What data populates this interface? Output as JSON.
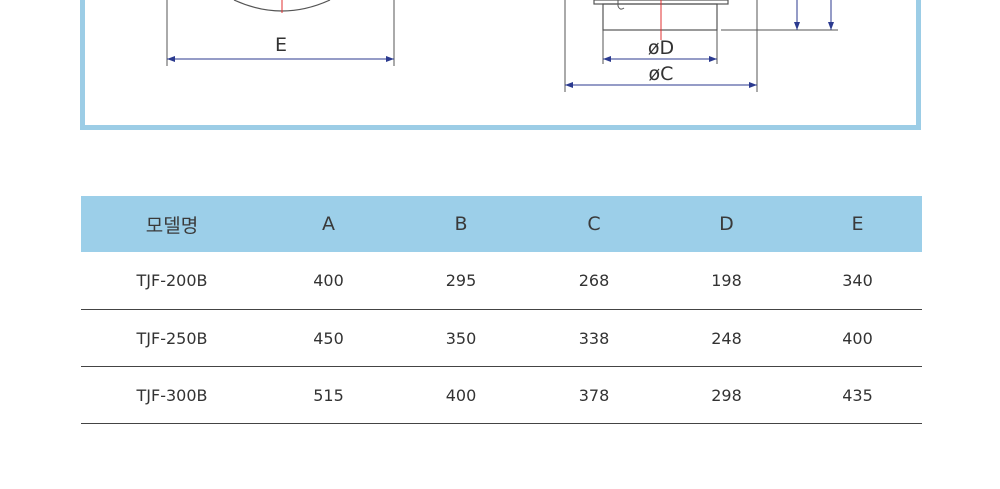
{
  "drawing": {
    "labels": {
      "e": "E",
      "d": "øD",
      "c": "øC"
    },
    "colors": {
      "frame": "#9ccde6",
      "dimension_line": "#2b3a8f",
      "center_line": "#e03030",
      "outline": "#555555"
    }
  },
  "table": {
    "header_color": "#9ccfe9",
    "headers": [
      "모델명",
      "A",
      "B",
      "C",
      "D",
      "E"
    ],
    "rows": [
      [
        "TJF-200B",
        "400",
        "295",
        "268",
        "198",
        "340"
      ],
      [
        "TJF-250B",
        "450",
        "350",
        "338",
        "248",
        "400"
      ],
      [
        "TJF-300B",
        "515",
        "400",
        "378",
        "298",
        "435"
      ]
    ]
  }
}
